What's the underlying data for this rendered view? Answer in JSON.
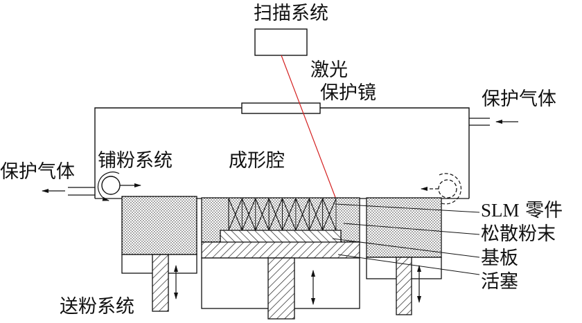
{
  "diagram": {
    "title": "SLM selective laser melting system schematic",
    "colors": {
      "line": "#111111",
      "laser": "#d42020",
      "background": "#ffffff"
    },
    "labels": {
      "scan_system": "扫描系统",
      "laser": "激光",
      "protective_lens": "保护镜",
      "shield_gas_in": "保护气体",
      "shield_gas_out": "保护气体",
      "recoater_system": "铺粉系统",
      "build_chamber": "成形腔",
      "slm_part_prefix": "SLM",
      "slm_part_suffix": "零件",
      "loose_powder": "松散粉末",
      "substrate": "基板",
      "piston": "活塞",
      "powder_feed_system": "送粉系统"
    },
    "components": [
      {
        "id": "scan-system",
        "icon": "rectangle-box"
      },
      {
        "id": "laser-beam",
        "icon": "red-line"
      },
      {
        "id": "protective-lens",
        "icon": "flat-rectangle"
      },
      {
        "id": "build-chamber",
        "icon": "enclosure"
      },
      {
        "id": "recoater-roller-left",
        "icon": "roller-circle-arrow"
      },
      {
        "id": "recoater-roller-right",
        "icon": "dashed-roller-circle"
      },
      {
        "id": "powder-feed-bin-left",
        "icon": "dotted-fill"
      },
      {
        "id": "build-platform",
        "icon": "hatched-fill"
      },
      {
        "id": "overflow-bin-right",
        "icon": "dotted-fill"
      },
      {
        "id": "motion-arrow",
        "icon": "double-arrow-vertical"
      }
    ]
  }
}
